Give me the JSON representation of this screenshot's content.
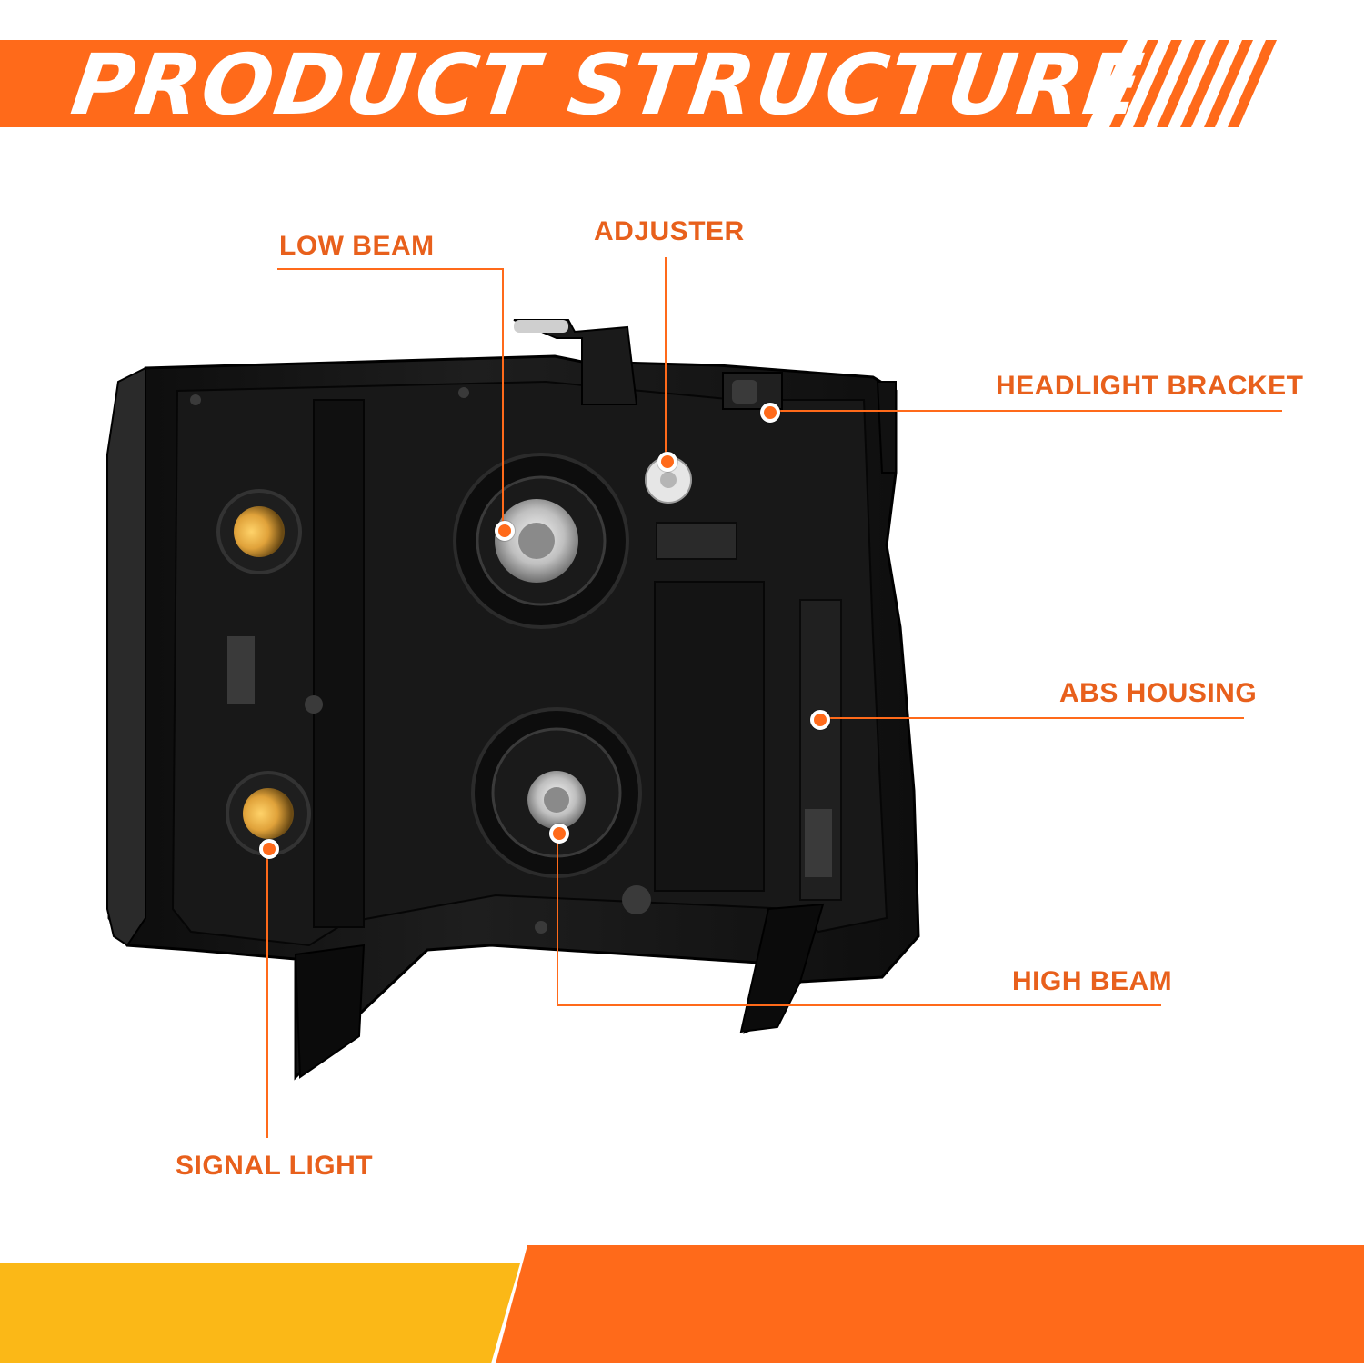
{
  "header": {
    "title": "PRODUCT STRUCTURE"
  },
  "colors": {
    "accent": "#ff6a1a",
    "label": "#e8601c",
    "footer_yellow": "#fbb817",
    "housing": "#141414"
  },
  "callouts": [
    {
      "id": "low-beam",
      "label": "LOW BEAM"
    },
    {
      "id": "adjuster",
      "label": "ADJUSTER"
    },
    {
      "id": "headlight-bracket",
      "label": "HEADLIGHT BRACKET"
    },
    {
      "id": "abs-housing",
      "label": "ABS HOUSING"
    },
    {
      "id": "high-beam",
      "label": "HIGH BEAM"
    },
    {
      "id": "signal-light",
      "label": "SIGNAL LIGHT"
    }
  ]
}
